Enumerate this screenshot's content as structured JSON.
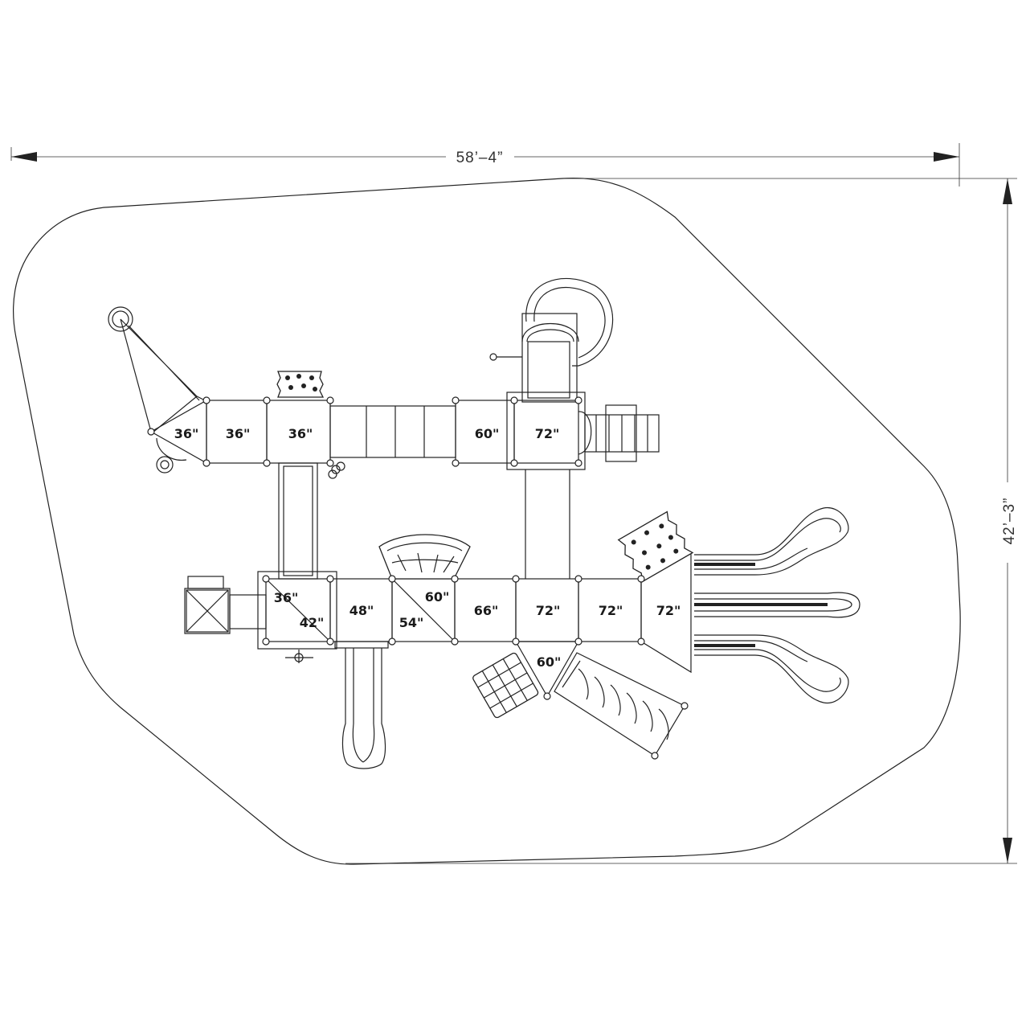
{
  "dimensions": {
    "width": "58’–4”",
    "depth": "42’–3”"
  },
  "platforms": {
    "p1": "36\"",
    "p2": "36\"",
    "p3": "36\"",
    "p4": "60\"",
    "p5": "72\"",
    "p6": "36\"",
    "p7": "42\"",
    "p8": "48\"",
    "p9": "60\"",
    "p10": "54\"",
    "p11": "66\"",
    "p12": "72\"",
    "p13": "72\"",
    "p14": "72\"",
    "p15": "60\""
  },
  "colors": {
    "line": "#222222",
    "background": "#ffffff"
  }
}
